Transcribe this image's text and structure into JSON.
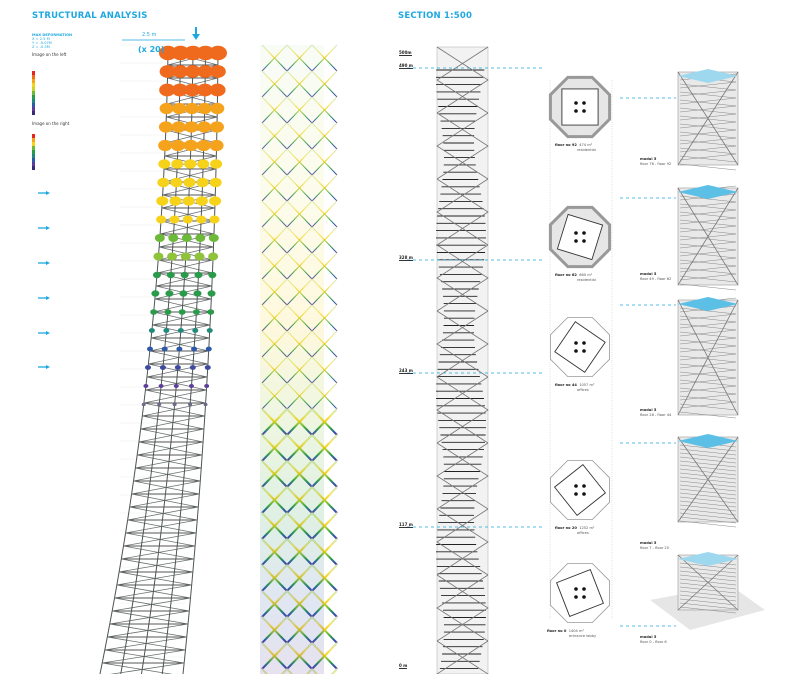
{
  "left": {
    "title": "STRUCTURAL ANALYSIS",
    "deformation_title": "MAX DEFORMATION",
    "deformation": [
      "X = 2.5 M",
      "Y = -0.07M",
      "Z = -0.5M"
    ],
    "image_left": "Image on the left",
    "image_right": "Image on the right",
    "dimension": "2.5 m",
    "scale_factor": "(x 20)",
    "load_arrow_count": 6,
    "legend_left_colors": [
      "#e5231f",
      "#f06a1e",
      "#f5a21d",
      "#f6d21b",
      "#c8d42a",
      "#6dba3a",
      "#2a9b4b",
      "#1f8a7a",
      "#2d5aa8",
      "#5b3e9a",
      "#3b2a73"
    ],
    "legend_right_colors": [
      "#e5231f",
      "#f5a21d",
      "#f6d21b",
      "#6dba3a",
      "#2a9b4b",
      "#1f8a7a",
      "#2d5aa8",
      "#5b3e9a",
      "#3b2a73"
    ],
    "accent": "#1ea8e0"
  },
  "section": {
    "title": "SECTION 1:500",
    "levels": [
      {
        "label": "500m"
      },
      {
        "label": "490 m"
      },
      {
        "label": "328 m"
      },
      {
        "label": "243 m"
      },
      {
        "label": "117 m"
      },
      {
        "label": "0 m"
      }
    ],
    "plans": [
      {
        "floor": "floor no 92",
        "area": "474 m²",
        "use": "residential"
      },
      {
        "floor": "floor no 62",
        "area": "660 m²",
        "use": "residential"
      },
      {
        "floor": "floor no 44",
        "area": "1057 m²",
        "use": "offices"
      },
      {
        "floor": "floor no 20",
        "area": "1252 m²",
        "use": "offices"
      },
      {
        "floor": "floor no 0",
        "area": "1404 m²",
        "use": "entrance lobby"
      }
    ],
    "modules": [
      {
        "name": "modul 5",
        "range": "floor 76 - floor 92"
      },
      {
        "name": "modul 5",
        "range": "floor 49 - floor 62"
      },
      {
        "name": "modul 5",
        "range": "floor 28 - floor 44"
      },
      {
        "name": "modul 5",
        "range": "floor 7 - floor 20"
      },
      {
        "name": "modul 5",
        "range": "floor 0 - floor 6"
      }
    ]
  }
}
